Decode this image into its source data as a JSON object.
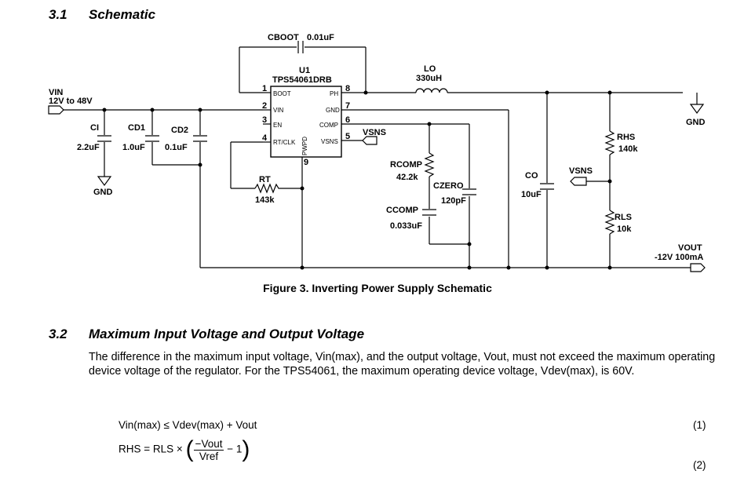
{
  "sections": [
    {
      "number": "3.1",
      "title": "Schematic"
    },
    {
      "number": "3.2",
      "title": "Maximum Input Voltage and Output Voltage"
    }
  ],
  "schematic": {
    "ic": {
      "ref": "U1",
      "part": "TPS54061DRB",
      "pins": [
        {
          "num": "1",
          "name": "BOOT"
        },
        {
          "num": "2",
          "name": "VIN"
        },
        {
          "num": "3",
          "name": "EN"
        },
        {
          "num": "4",
          "name": "RT/CLK"
        },
        {
          "num": "8",
          "name": "PH"
        },
        {
          "num": "7",
          "name": "GND"
        },
        {
          "num": "6",
          "name": "COMP"
        },
        {
          "num": "5",
          "name": "VSNS"
        },
        {
          "num": "9",
          "name": "PWPD"
        }
      ]
    },
    "components": {
      "cboot": {
        "ref": "CBOOT",
        "value": "0.01uF"
      },
      "lo": {
        "ref": "LO",
        "value": "330uH"
      },
      "ci": {
        "ref": "CI",
        "value": "2.2uF"
      },
      "cd1": {
        "ref": "CD1",
        "value": "1.0uF"
      },
      "cd2": {
        "ref": "CD2",
        "value": "0.1uF"
      },
      "rt": {
        "ref": "RT",
        "value": "143k"
      },
      "rcomp": {
        "ref": "RCOMP",
        "value": "42.2k"
      },
      "czero": {
        "ref": "CZERO",
        "value": "120pF"
      },
      "ccomp": {
        "ref": "CCOMP",
        "value": "0.033uF"
      },
      "co": {
        "ref": "CO",
        "value": "10uF"
      },
      "rhs": {
        "ref": "RHS",
        "value": "140k"
      },
      "rls": {
        "ref": "RLS",
        "value": "10k"
      }
    },
    "nets": {
      "vin_name": "VIN",
      "vin_value": "12V to 48V",
      "gnd_left": "GND",
      "gnd_right": "GND",
      "vsns_ic": "VSNS",
      "vsns_fb": "VSNS",
      "vout_name": "VOUT",
      "vout_value": "-12V 100mA"
    },
    "caption": "Figure 3. Inverting Power Supply Schematic"
  },
  "body": {
    "paragraph": "The difference in the maximum input voltage, Vin(max), and the output voltage, Vout, must not exceed the maximum operating device voltage of the regulator. For the TPS54061, the maximum operating device voltage, Vdev(max), is 60V."
  },
  "equations": [
    {
      "text": "Vin(max) ≤ Vdev(max) + Vout",
      "number": "(1)"
    },
    {
      "lhs": "RHS = RLS ×",
      "numerator": "−Vout",
      "denominator": "Vref",
      "tail": "− 1",
      "number": "(2)"
    }
  ]
}
